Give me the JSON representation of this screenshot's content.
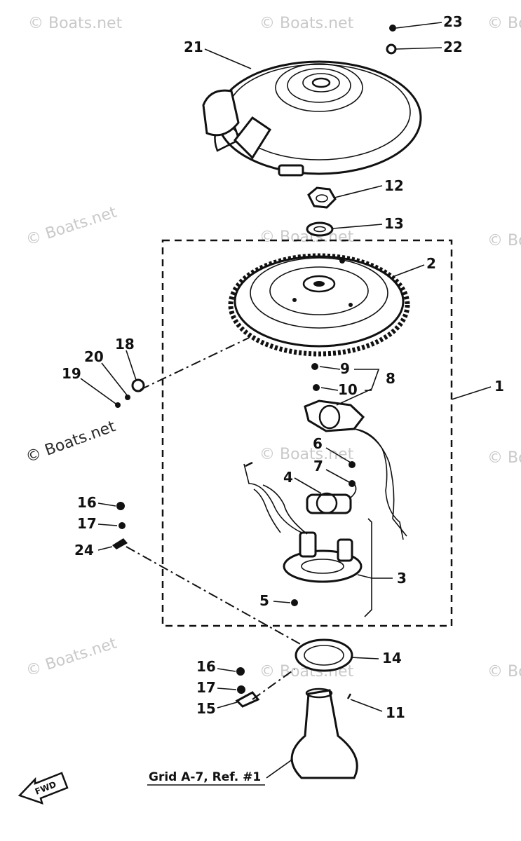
{
  "watermark": {
    "text": "© Boats.net"
  },
  "callouts": {
    "c1": "1",
    "c2": "2",
    "c3": "3",
    "c4": "4",
    "c5": "5",
    "c6": "6",
    "c7": "7",
    "c8": "8",
    "c9": "9",
    "c10": "10",
    "c11": "11",
    "c12": "12",
    "c13": "13",
    "c14": "14",
    "c15": "15",
    "c16a": "16",
    "c16b": "16",
    "c17a": "17",
    "c17b": "17",
    "c18": "18",
    "c19": "19",
    "c20": "20",
    "c21": "21",
    "c22": "22",
    "c23": "23",
    "c24": "24"
  },
  "reference_label": "Grid A-7, Ref. #1",
  "fwd_label": "FWD"
}
